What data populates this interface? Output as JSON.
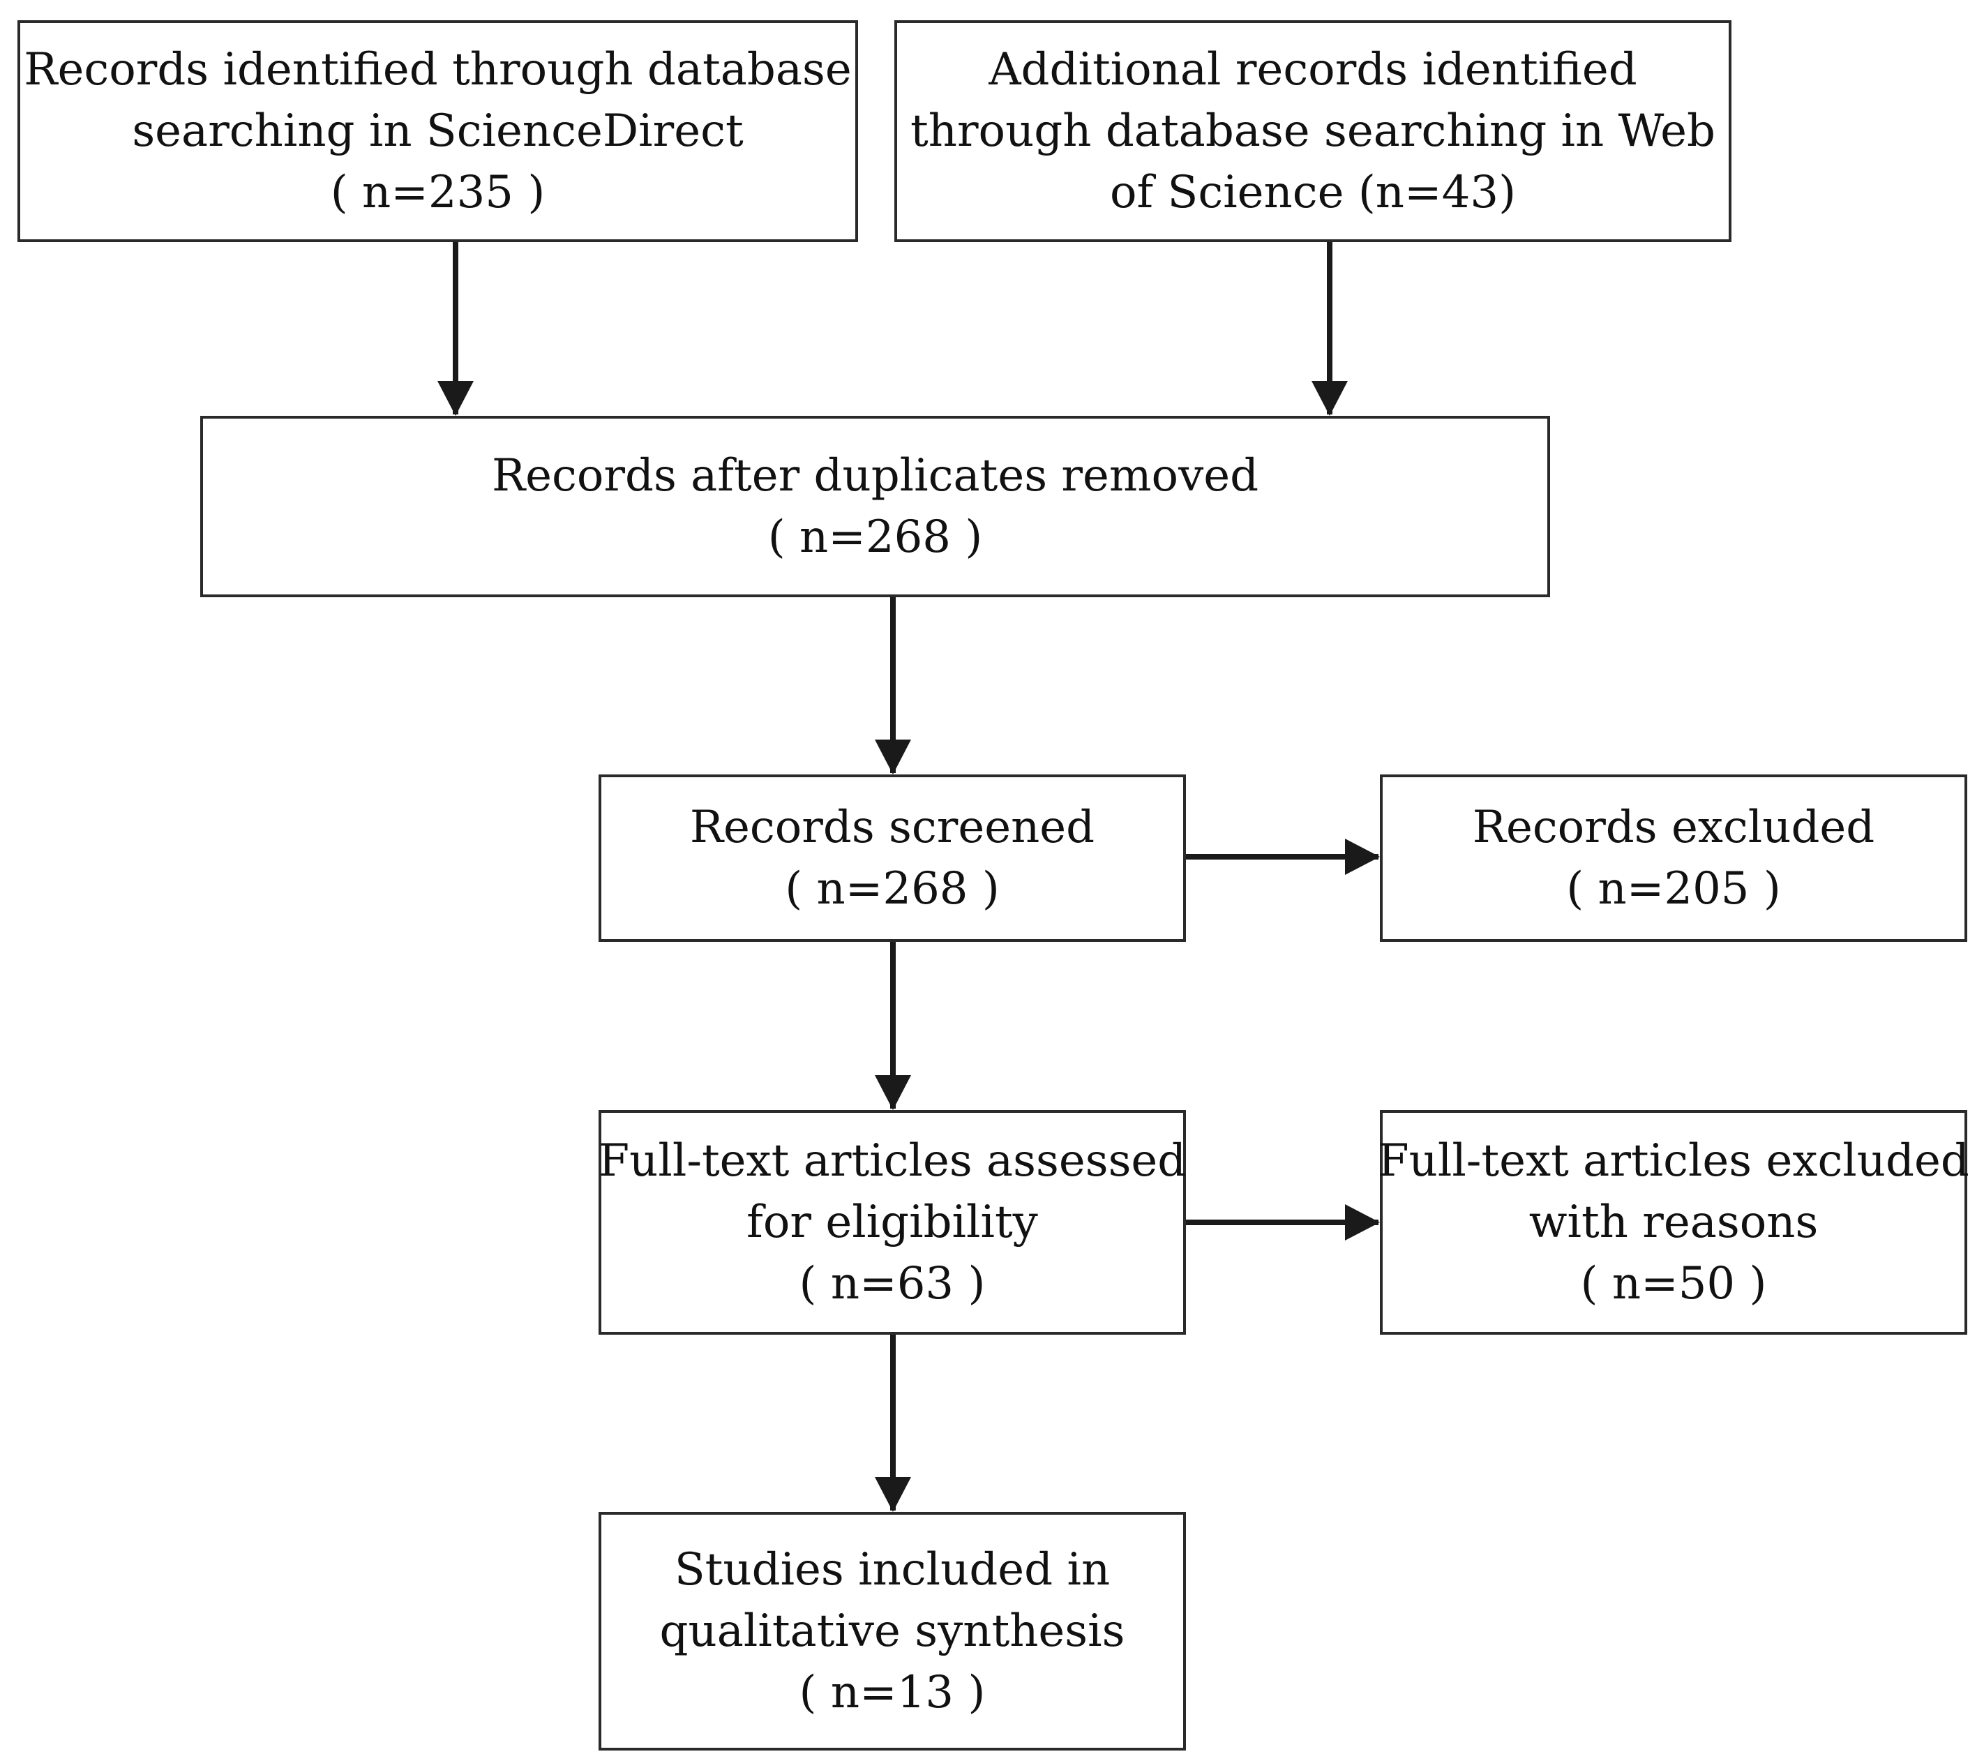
{
  "boxes": {
    "identified_sciencedirect": {
      "lines": [
        "Records identified through database",
        "searching in ScienceDirect",
        "( n=235 )"
      ]
    },
    "identified_web_of_science": {
      "lines": [
        "Additional records identified",
        "through database searching in Web",
        "of Science (n=43)"
      ]
    },
    "after_duplicates": {
      "lines": [
        "Records after duplicates removed",
        "( n=268 )"
      ]
    },
    "screened": {
      "lines": [
        "Records screened",
        "( n=268 )"
      ]
    },
    "excluded": {
      "lines": [
        "Records excluded",
        "( n=205 )"
      ]
    },
    "fulltext_assessed": {
      "lines": [
        "Full-text articles assessed",
        "for eligibility",
        "( n=63 )"
      ]
    },
    "fulltext_excluded": {
      "lines": [
        "Full-text articles excluded",
        "with reasons",
        "( n=50 )"
      ]
    },
    "included": {
      "lines": [
        "Studies included in",
        "qualitative synthesis",
        "( n=13 )"
      ]
    }
  },
  "colors": {
    "stroke": "#1a1a1a",
    "box_border": "#2a2a2a",
    "background": "#ffffff"
  }
}
